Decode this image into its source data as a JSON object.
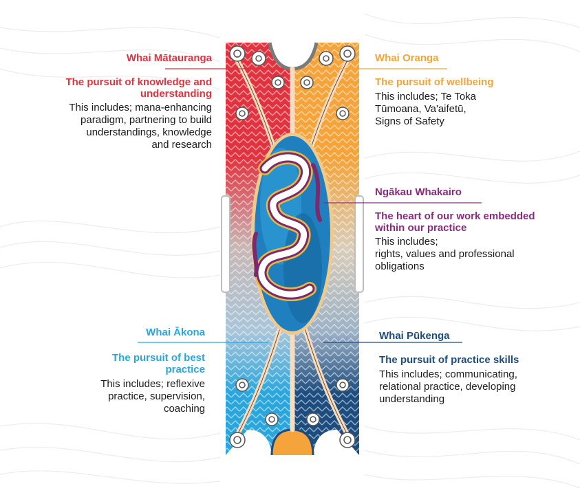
{
  "colors": {
    "red": "#e0333f",
    "orange": "#f4a43a",
    "purple": "#8b2a7e",
    "light_blue": "#2aa6dc",
    "dark_blue": "#1d4d7e"
  },
  "sections": {
    "top_left": {
      "title": "Whai Mātauranga",
      "subtitle_1": "The pursuit of knowledge and",
      "subtitle_2": "understanding",
      "body_1": "This includes; mana-enhancing",
      "body_2": "paradigm, partnering to build",
      "body_3": "understandings, knowledge",
      "body_4": "and research"
    },
    "top_right": {
      "title": "Whai Oranga",
      "subtitle_1": "The pursuit of wellbeing",
      "body_1": "This includes; Te Toka",
      "body_2": "Tūmoana, Va'aifetū,",
      "body_3": "Signs of Safety"
    },
    "middle_right": {
      "title": "Ngākau Whakairo",
      "subtitle_1": "The heart of our work embedded",
      "subtitle_2": "within our practice",
      "body_1": "This includes;",
      "body_2": "rights, values and professional",
      "body_3": "obligations"
    },
    "bottom_left": {
      "title": "Whai Ākona",
      "subtitle_1": "The pursuit of best",
      "subtitle_2": "practice",
      "body_1": "This includes; reflexive",
      "body_2": "practice, supervision,",
      "body_3": "coaching"
    },
    "bottom_right": {
      "title": "Whai Pūkenga",
      "subtitle_1": "The pursuit of practice skills",
      "body_1": "This includes; communicating,",
      "body_2": "relational practice, developing",
      "body_3": "understanding"
    }
  }
}
